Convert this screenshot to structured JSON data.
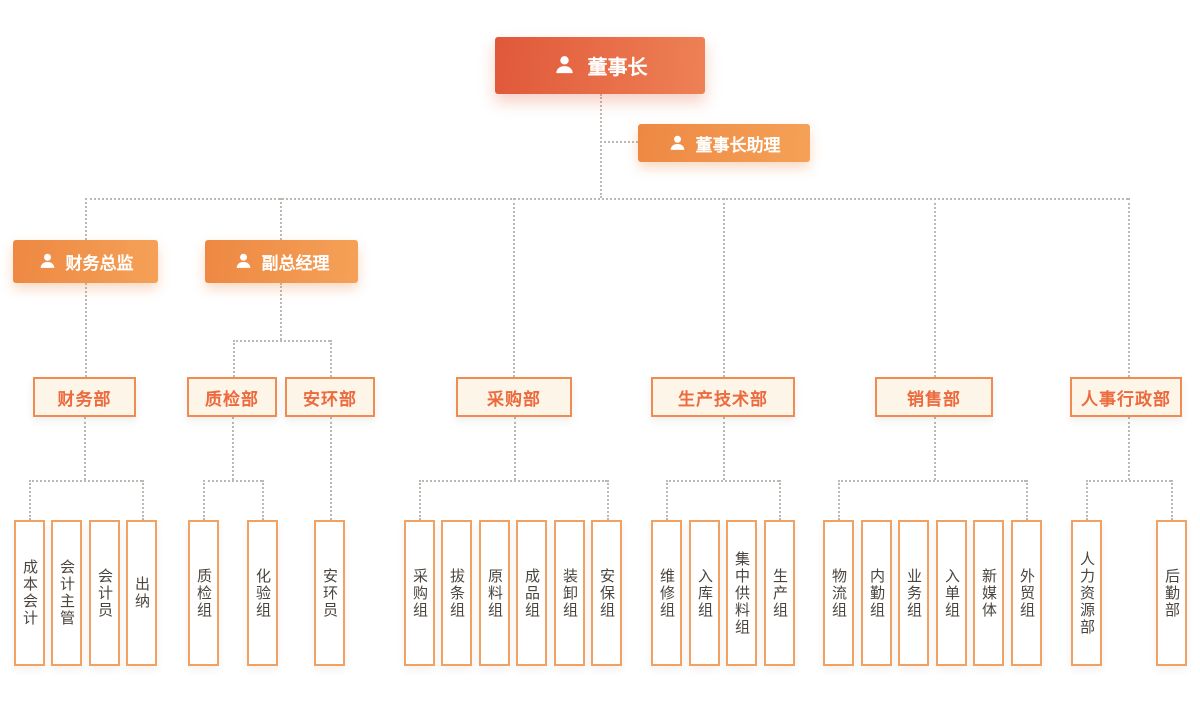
{
  "colors": {
    "chairman_gradient_start": "#e0583a",
    "chairman_gradient_end": "#ee8155",
    "manager_gradient_start": "#ed8843",
    "manager_gradient_end": "#f5a157",
    "dept_background": "#fdf5e8",
    "dept_border": "#ef8c51",
    "dept_text": "#ec6a3e",
    "team_border": "#f1a262",
    "team_text": "#4b453f",
    "connector": "#bcb8b2"
  },
  "icons": {
    "person": "person-silhouette"
  },
  "org": {
    "chairman": {
      "label": "董事长"
    },
    "assistant": {
      "label": "董事长助理"
    },
    "executives": [
      {
        "label": "财务总监"
      },
      {
        "label": "副总经理"
      }
    ],
    "departments": [
      {
        "label": "财务部",
        "children": [
          "成本会计",
          "会计主管",
          "会计员",
          "出纳"
        ]
      },
      {
        "label": "质检部",
        "children": [
          "质检组",
          "化验组"
        ]
      },
      {
        "label": "安环部",
        "children": [
          "安环员"
        ]
      },
      {
        "label": "采购部",
        "children": [
          "采购组",
          "拔条组",
          "原料组",
          "成品组",
          "装卸组",
          "安保组"
        ]
      },
      {
        "label": "生产技术部",
        "children": [
          "维修组",
          "入库组",
          "集中供料组",
          "生产组"
        ]
      },
      {
        "label": "销售部",
        "children": [
          "物流组",
          "内勤组",
          "业务组",
          "入单组",
          "新媒体",
          "外贸组"
        ]
      },
      {
        "label": "人事行政部",
        "children": [
          "人力资源部",
          "后勤部"
        ]
      }
    ]
  }
}
